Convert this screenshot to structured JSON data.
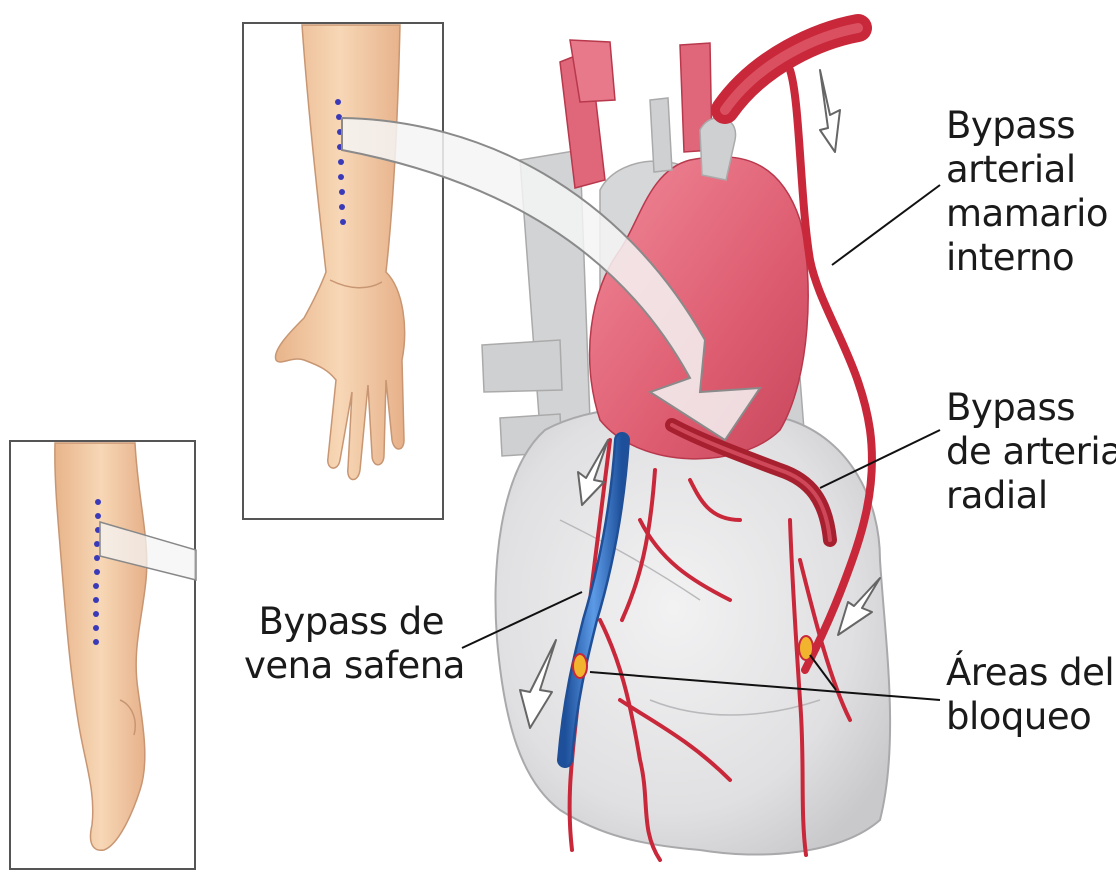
{
  "labels": {
    "mamario": [
      "Bypass",
      "arterial",
      "mamario",
      "interno"
    ],
    "radial": [
      "Bypass",
      "de arteria",
      "radial"
    ],
    "safena": [
      "Bypass de",
      "vena safena"
    ],
    "bloqueo": [
      "Áreas del",
      "bloqueo"
    ]
  },
  "colors": {
    "artery": "#c8283a",
    "aorta": "#e06a7c",
    "vein_graft": "#2f6fc4",
    "heart": "#e2e2e4",
    "vessel_grey": "#cfd1d3",
    "skin": "#f3cfa8",
    "dots": "#3a3ab8",
    "frame": "#555555",
    "text": "#1a1a1a"
  }
}
